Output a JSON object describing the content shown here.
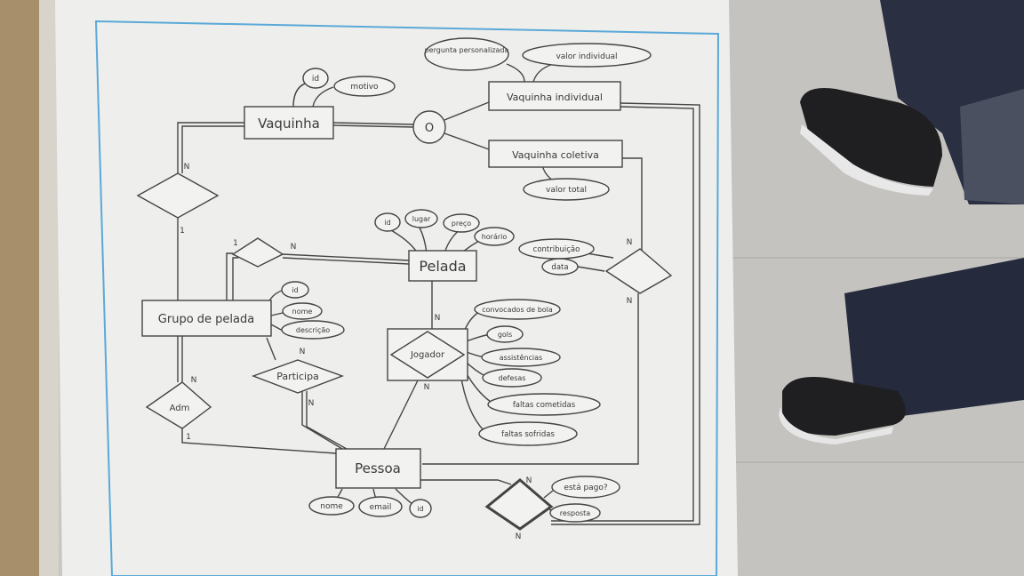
{
  "entities": {
    "vaquinha": "Vaquinha",
    "vaquinha_individual": "Vaquinha individual",
    "vaquinha_coletiva": "Vaquinha coletiva",
    "pelada": "Pelada",
    "grupo_de_pelada": "Grupo de pelada",
    "pessoa": "Pessoa"
  },
  "relationships": {
    "jogador": "Jogador",
    "participa": "Participa",
    "admin": "Adm"
  },
  "specialization": "O",
  "attributes": {
    "vaquinha": [
      "id",
      "motivo"
    ],
    "vaquinha_individual": [
      "pergunta personalizada",
      "valor individual"
    ],
    "vaquinha_coletiva": [
      "valor total"
    ],
    "pelada": [
      "id",
      "lugar",
      "preço",
      "horário"
    ],
    "contribuicao": [
      "contribuição",
      "data"
    ],
    "grupo_de_pelada": [
      "id",
      "nome",
      "descrição"
    ],
    "jogador": [
      "convocados de bola",
      "gols",
      "assistências",
      "defesas",
      "faltas cometidas",
      "faltas sofridas"
    ],
    "pessoa": [
      "nome",
      "email",
      "id"
    ],
    "pagamento": [
      "está pago?",
      "resposta"
    ]
  },
  "cardinalities": {
    "n": "N",
    "one": "1"
  }
}
